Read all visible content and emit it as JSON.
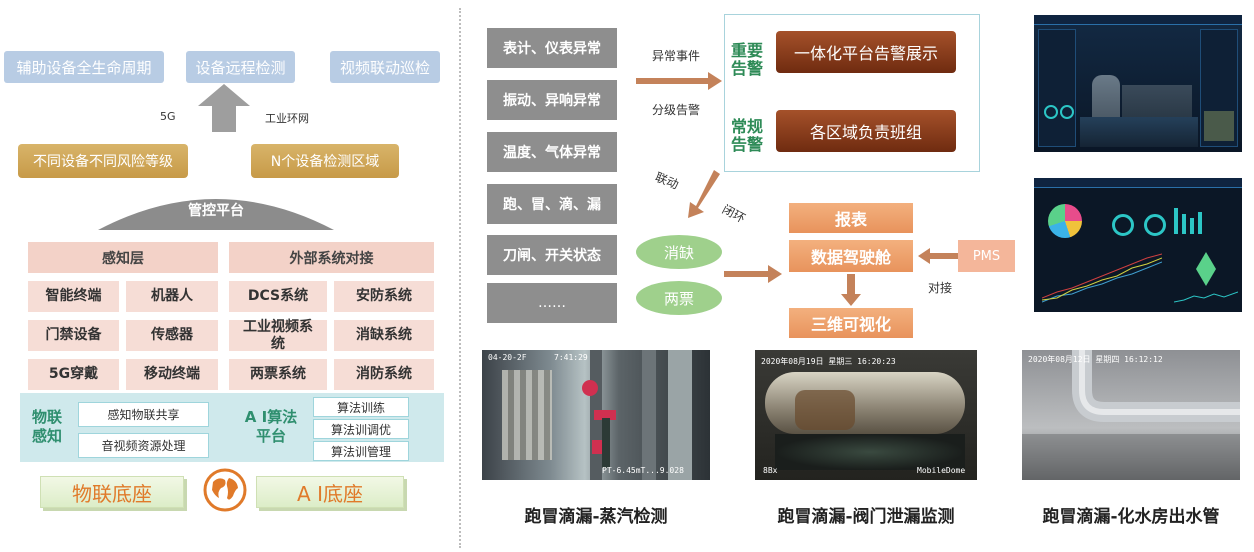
{
  "left": {
    "top_boxes": [
      "辅助设备全生命周期",
      "设备远程检测",
      "视频联动巡检"
    ],
    "label_5g": "5G",
    "label_ring": "工业环网",
    "risk_boxes": [
      "不同设备不同风险等级",
      "N个设备检测区域"
    ],
    "platform": "管控平台",
    "perception": {
      "title": "感知层",
      "items": [
        "智能终端",
        "机器人",
        "门禁设备",
        "传感器",
        "5G穿戴",
        "移动终端"
      ]
    },
    "external": {
      "title": "外部系统对接",
      "items": [
        "DCS系统",
        "安防系统",
        "工业视频系统",
        "消缺系统",
        "两票系统",
        "消防系统"
      ]
    },
    "iot": {
      "title": "物联感知",
      "items": [
        "感知物联共享",
        "音视频资源处理"
      ]
    },
    "ai": {
      "title": "A I算法平台",
      "items": [
        "算法训练",
        "算法训调优",
        "算法训管理"
      ]
    },
    "bases": [
      "物联底座",
      "A I底座"
    ]
  },
  "middle": {
    "anomalies": [
      "表计、仪表异常",
      "振动、异响异常",
      "温度、气体异常",
      "跑、冒、滴、漏",
      "刀闸、开关状态",
      "……"
    ],
    "label_event": "异常事件",
    "label_grade": "分级告警",
    "important": {
      "label": "重要告警",
      "box": "一体化平台告警展示"
    },
    "normal": {
      "label": "常规告警",
      "box": "各区域负责班组"
    },
    "label_link": "联动",
    "label_loop": "闭环",
    "ovals": [
      "消缺",
      "两票"
    ],
    "outputs": [
      "报表",
      "数据驾驶舱",
      "三维可视化"
    ],
    "pms": "PMS",
    "label_dock": "对接"
  },
  "photos": [
    {
      "timestamp": "04-20-2F",
      "time2": "7:41:29",
      "bottom": "PT-6.45mT...9.028",
      "caption": "跑冒滴漏-蒸汽检测"
    },
    {
      "timestamp": "2020年08月19日  星期三  16:20:23",
      "bottom_left": "8Bx",
      "bottom_right": "MobileDome",
      "caption": "跑冒滴漏-阀门泄漏监测"
    },
    {
      "timestamp": "2020年08月12日  星期四  16:12:12",
      "caption": "跑冒滴漏-化水房出水管"
    }
  ],
  "colors": {
    "top_box": "#b8cce4",
    "risk_box": "#c79a48",
    "pale_cell": "#f6ddd6",
    "teal": "#cfe9ec",
    "brown": "#8a3a18",
    "orange": "#e8935c",
    "green_oval": "#9fd08c",
    "grey_box": "#8e8e8e"
  }
}
